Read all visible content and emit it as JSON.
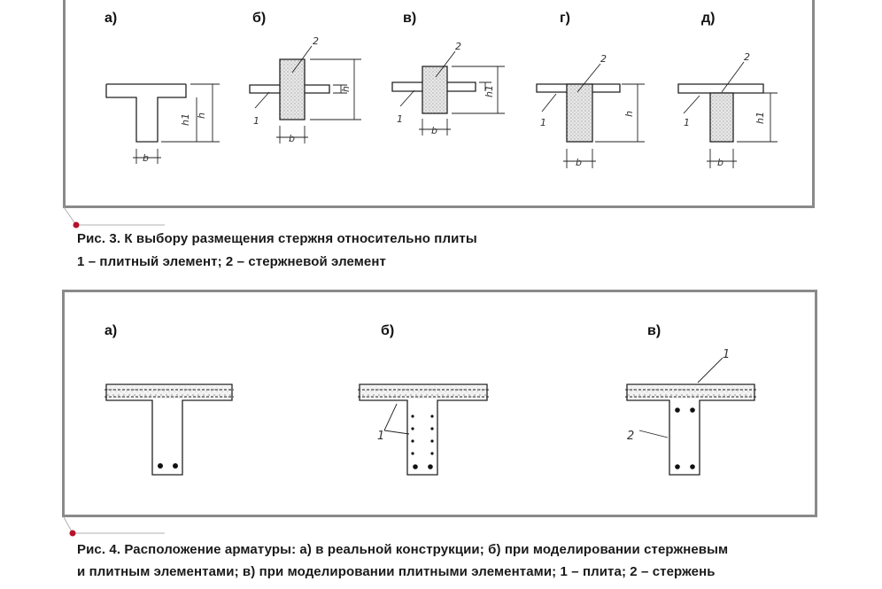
{
  "figure3": {
    "labels": [
      "а)",
      "б)",
      "в)",
      "г)",
      "д)"
    ],
    "callout_1": "1",
    "callout_2": "2",
    "dim_b": "b",
    "dim_h": "h",
    "dim_h1": "h1",
    "caption_line1": "Рис. 3. К выбору размещения стержня относительно плиты",
    "caption_line2": "1 – плитный элемент; 2 – стержневой элемент"
  },
  "figure4": {
    "labels": [
      "а)",
      "б)",
      "в)"
    ],
    "callout_1": "1",
    "callout_2": "2",
    "caption_line1": "Рис. 4. Расположение арматуры: а) в реальной конструкции; б) при моделировании стержневым",
    "caption_line2": "и плитным элементами; в) при моделировании плитными элементами; 1 – плита; 2 – стержень"
  },
  "colors": {
    "frame": "#8a8a8a",
    "marker": "#b5122b",
    "ink": "#222222"
  }
}
